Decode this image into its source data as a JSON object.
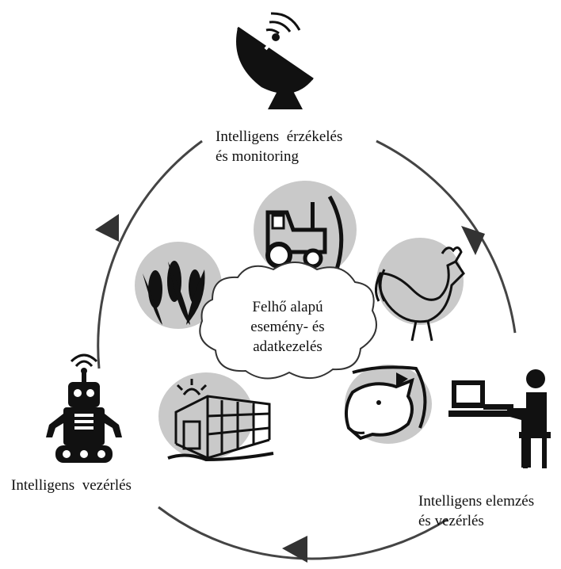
{
  "labels": {
    "sensing_line1": "Intelligens  érzékelés",
    "sensing_line2": "és monitoring",
    "analysis_line1": "Intelligens elemzés",
    "analysis_line2": "és vezérlés",
    "control": "Intelligens  vezérlés",
    "cloud_line1": "Felhő alapú",
    "cloud_line2": "esemény- és",
    "cloud_line3": "adatkezelés"
  },
  "icons": [
    "satellite-dish-icon",
    "computer-user-icon",
    "robot-icon",
    "tractor-icon",
    "rooster-icon",
    "pig-icon",
    "greenhouse-icon",
    "corn-icon"
  ]
}
